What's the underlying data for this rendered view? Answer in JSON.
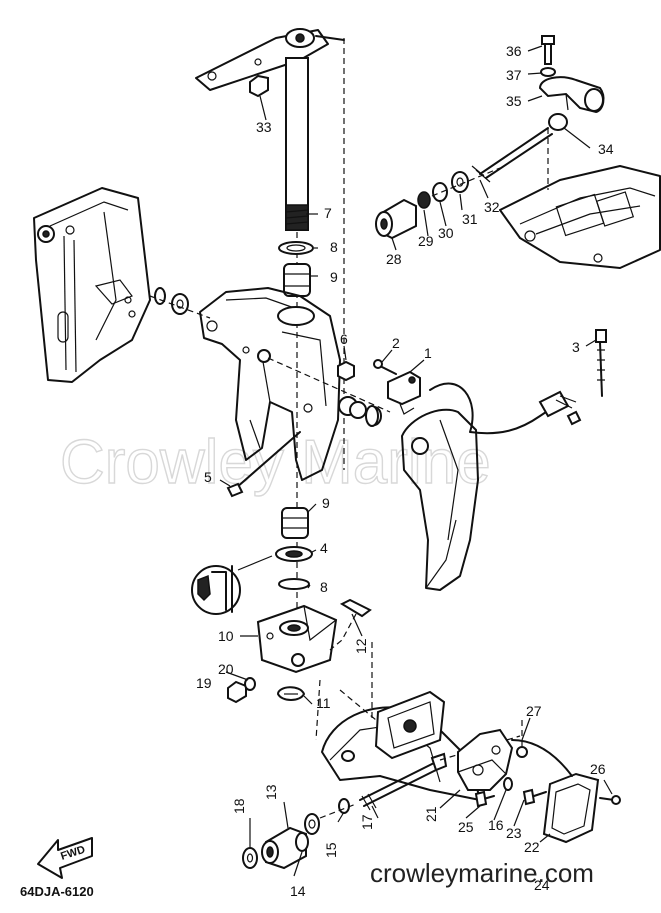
{
  "watermark": "Crowley Marine",
  "footer_url": "crowleymarine.com",
  "diagram_code": "64DJA-6120",
  "fwd_label": "FWD",
  "callouts": [
    {
      "id": "36",
      "text": "36"
    },
    {
      "id": "37",
      "text": "37"
    },
    {
      "id": "35",
      "text": "35"
    },
    {
      "id": "34",
      "text": "34"
    },
    {
      "id": "33",
      "text": "33"
    },
    {
      "id": "7",
      "text": "7"
    },
    {
      "id": "32",
      "text": "32"
    },
    {
      "id": "31",
      "text": "31"
    },
    {
      "id": "30",
      "text": "30"
    },
    {
      "id": "29",
      "text": "29"
    },
    {
      "id": "28",
      "text": "28"
    },
    {
      "id": "8a",
      "text": "8"
    },
    {
      "id": "9a",
      "text": "9"
    },
    {
      "id": "6",
      "text": "6"
    },
    {
      "id": "2",
      "text": "2"
    },
    {
      "id": "1",
      "text": "1"
    },
    {
      "id": "3",
      "text": "3"
    },
    {
      "id": "5",
      "text": "5"
    },
    {
      "id": "9b",
      "text": "9"
    },
    {
      "id": "4",
      "text": "4"
    },
    {
      "id": "8b",
      "text": "8"
    },
    {
      "id": "10",
      "text": "10"
    },
    {
      "id": "12",
      "text": "12"
    },
    {
      "id": "20",
      "text": "20"
    },
    {
      "id": "19",
      "text": "19"
    },
    {
      "id": "11",
      "text": "11"
    },
    {
      "id": "27",
      "text": "27"
    },
    {
      "id": "26",
      "text": "26"
    },
    {
      "id": "18",
      "text": "18"
    },
    {
      "id": "13",
      "text": "13"
    },
    {
      "id": "17",
      "text": "17"
    },
    {
      "id": "21",
      "text": "21"
    },
    {
      "id": "25",
      "text": "25"
    },
    {
      "id": "16",
      "text": "16"
    },
    {
      "id": "23",
      "text": "23"
    },
    {
      "id": "15",
      "text": "15"
    },
    {
      "id": "22",
      "text": "22"
    },
    {
      "id": "24",
      "text": "24"
    },
    {
      "id": "14",
      "text": "14"
    }
  ]
}
